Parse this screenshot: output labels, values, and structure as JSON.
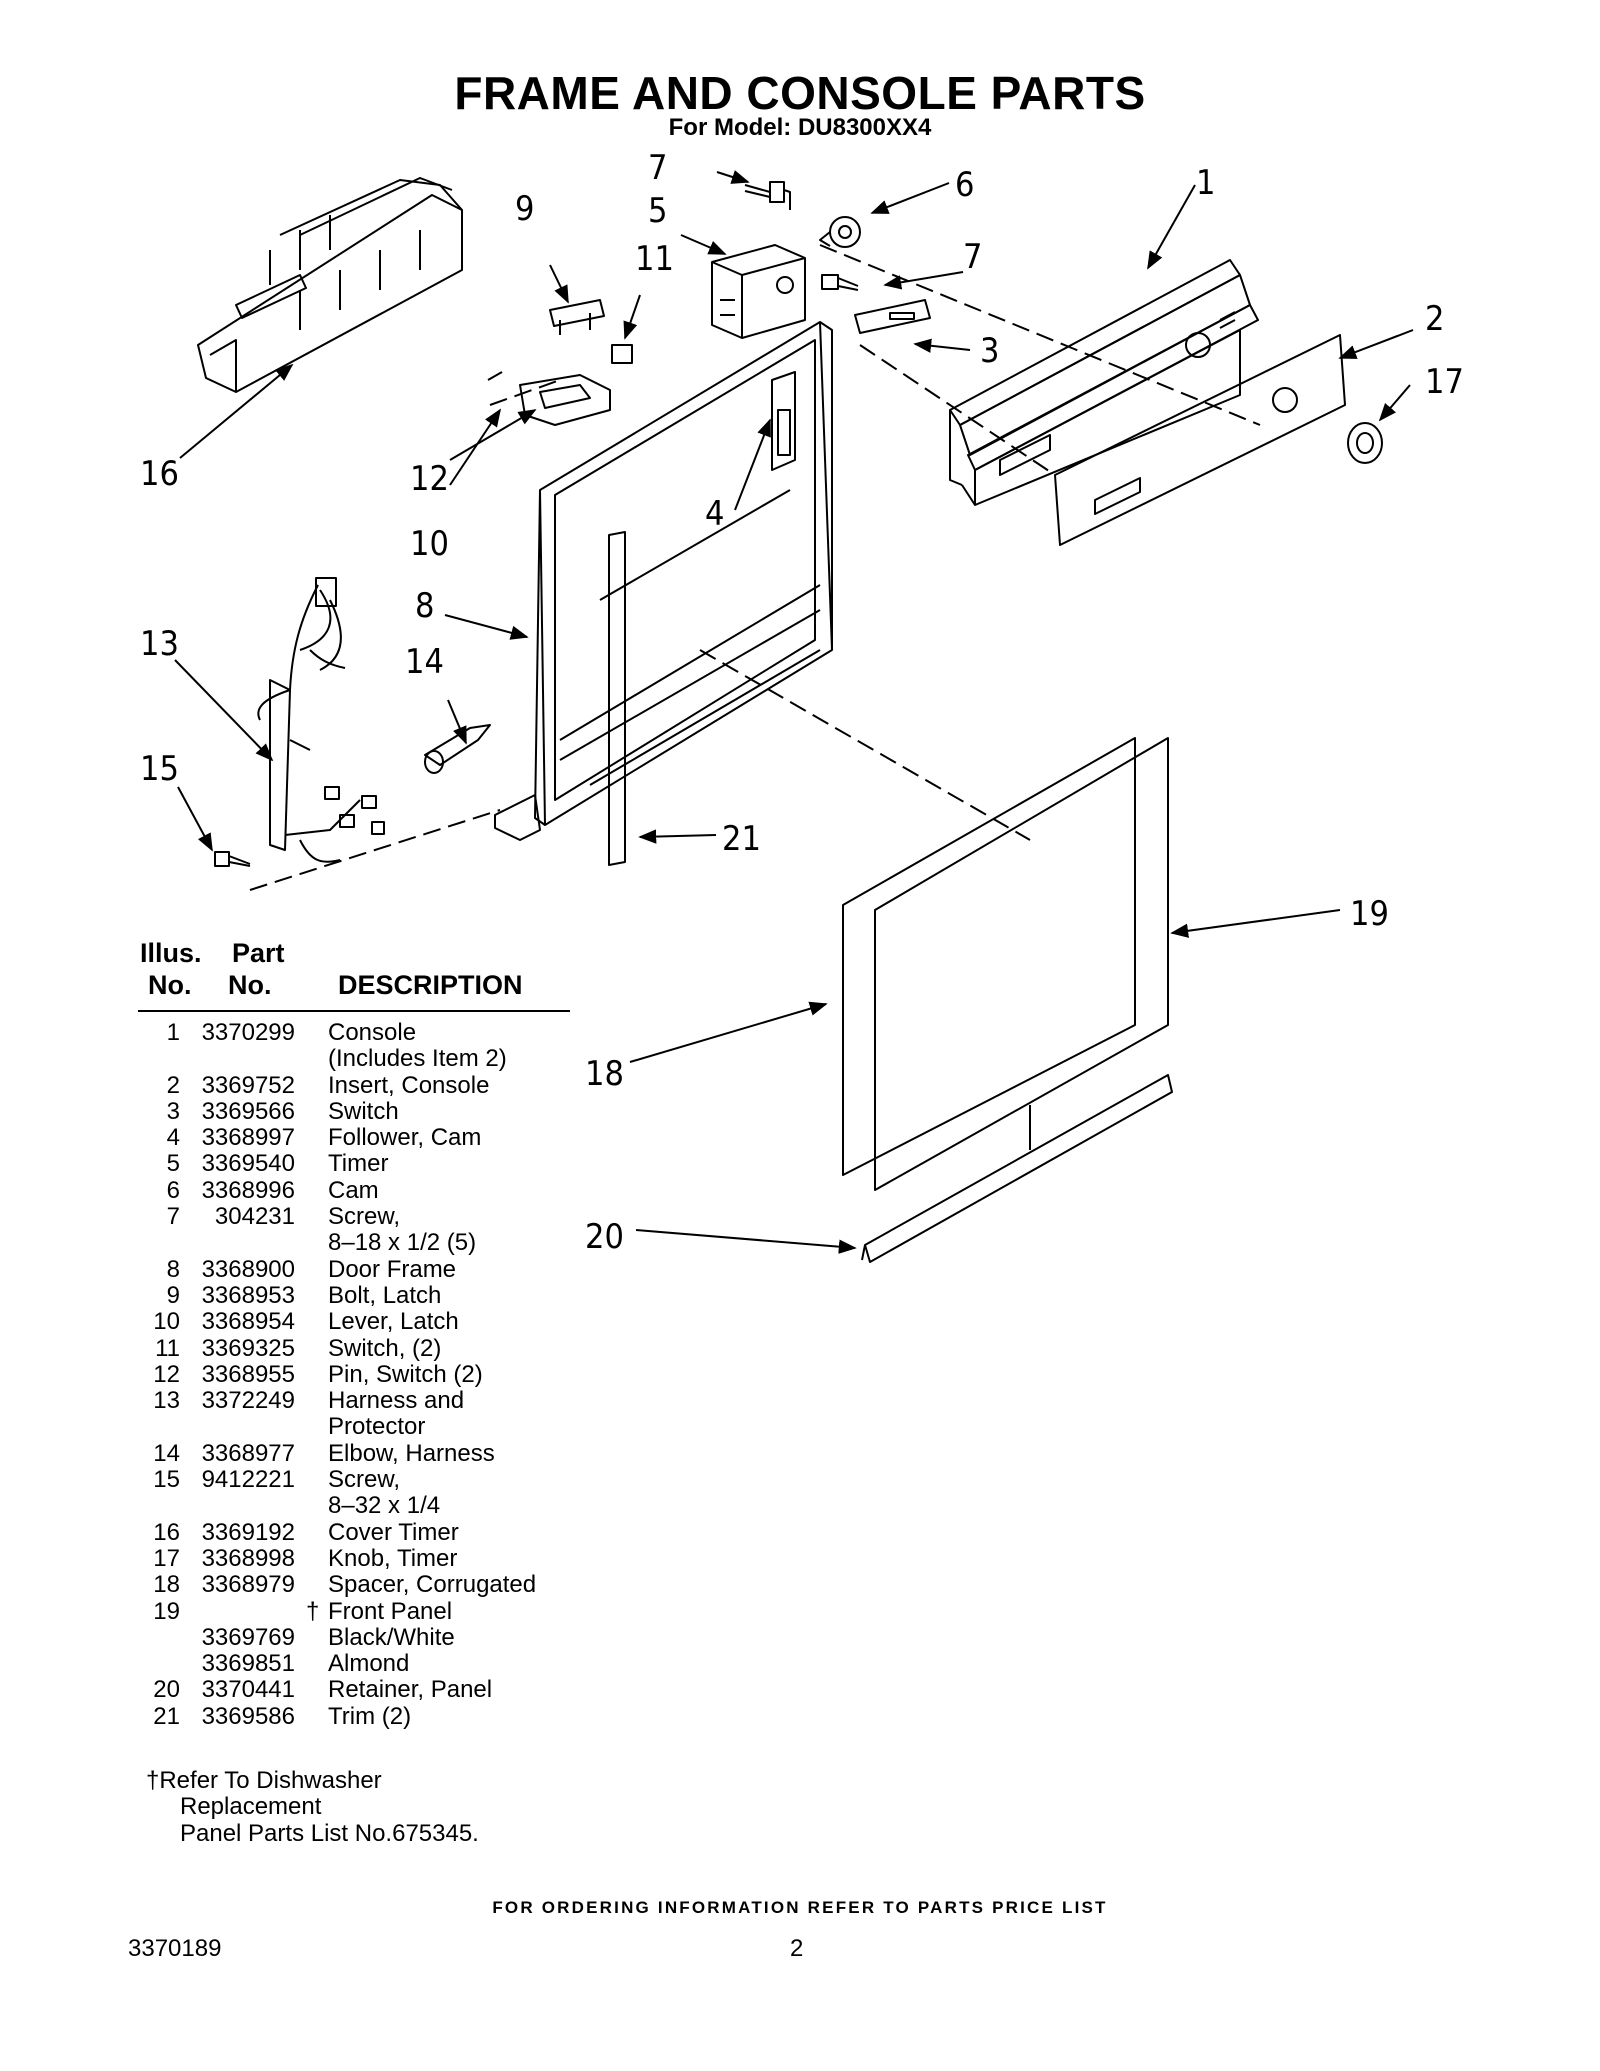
{
  "header": {
    "title": "FRAME AND CONSOLE PARTS",
    "subtitle": "For Model: DU8300XX4"
  },
  "diagram": {
    "callouts": [
      "1",
      "2",
      "3",
      "4",
      "5",
      "6",
      "7",
      "7",
      "8",
      "9",
      "10",
      "11",
      "12",
      "13",
      "14",
      "15",
      "16",
      "17",
      "18",
      "19",
      "20",
      "21"
    ]
  },
  "table": {
    "headers": {
      "illus_top": "Illus.",
      "illus_bottom": "No.",
      "part_top": "Part",
      "part_bottom": "No.",
      "description": "DESCRIPTION"
    },
    "rows": [
      {
        "illus": "1",
        "part": "3370299",
        "desc": "Console"
      },
      {
        "illus": "",
        "part": "",
        "desc": "(Includes Item 2)"
      },
      {
        "illus": "2",
        "part": "3369752",
        "desc": "Insert, Console"
      },
      {
        "illus": "3",
        "part": "3369566",
        "desc": "Switch"
      },
      {
        "illus": "4",
        "part": "3368997",
        "desc": "Follower, Cam"
      },
      {
        "illus": "5",
        "part": "3369540",
        "desc": "Timer"
      },
      {
        "illus": "6",
        "part": "3368996",
        "desc": "Cam"
      },
      {
        "illus": "7",
        "part": "304231",
        "desc": "Screw,"
      },
      {
        "illus": "",
        "part": "",
        "desc": "8–18 x 1/2 (5)"
      },
      {
        "illus": "8",
        "part": "3368900",
        "desc": "Door Frame"
      },
      {
        "illus": "9",
        "part": "3368953",
        "desc": "Bolt, Latch"
      },
      {
        "illus": "10",
        "part": "3368954",
        "desc": "Lever, Latch"
      },
      {
        "illus": "11",
        "part": "3369325",
        "desc": "Switch, (2)"
      },
      {
        "illus": "12",
        "part": "3368955",
        "desc": "Pin, Switch (2)"
      },
      {
        "illus": "13",
        "part": "3372249",
        "desc": "Harness and"
      },
      {
        "illus": "",
        "part": "",
        "desc": "Protector"
      },
      {
        "illus": "14",
        "part": "3368977",
        "desc": "Elbow, Harness"
      },
      {
        "illus": "15",
        "part": "9412221",
        "desc": "Screw,"
      },
      {
        "illus": "",
        "part": "",
        "desc": "8–32 x 1/4"
      },
      {
        "illus": "16",
        "part": "3369192",
        "desc": "Cover Timer"
      },
      {
        "illus": "17",
        "part": "3368998",
        "desc": "Knob, Timer"
      },
      {
        "illus": "18",
        "part": "3368979",
        "desc": "Spacer, Corrugated"
      },
      {
        "illus": "19",
        "part": "",
        "desc": "Front Panel",
        "dagger": "†"
      },
      {
        "illus": "",
        "part": "3369769",
        "desc": "Black/White"
      },
      {
        "illus": "",
        "part": "3369851",
        "desc": "Almond"
      },
      {
        "illus": "20",
        "part": "3370441",
        "desc": "Retainer, Panel"
      },
      {
        "illus": "21",
        "part": "3369586",
        "desc": "Trim (2)"
      }
    ]
  },
  "note": {
    "line1": "†Refer To Dishwasher",
    "line2": "Replacement",
    "line3": "Panel Parts List No.675345."
  },
  "footer": {
    "ordering": "FOR ORDERING INFORMATION REFER TO PARTS PRICE LIST",
    "doc_number": "3370189",
    "page_number": "2"
  }
}
